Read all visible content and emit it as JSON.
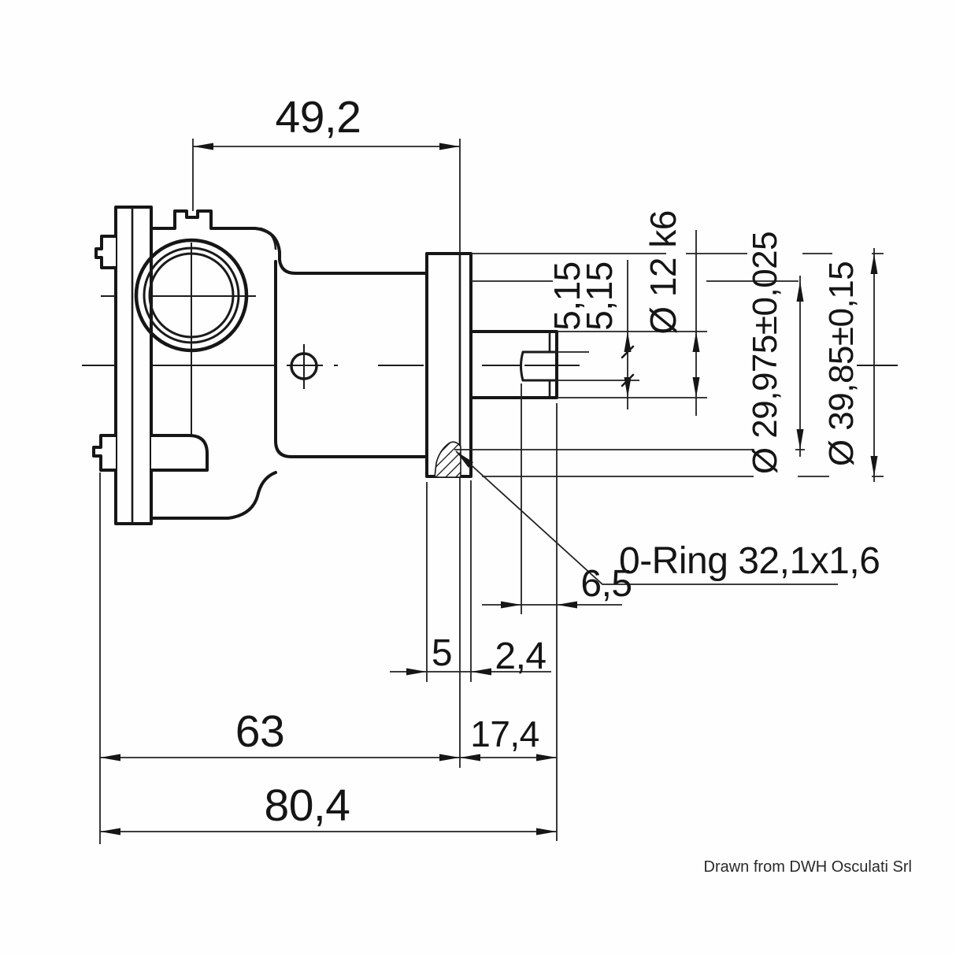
{
  "drawing": {
    "note": "Drawn from DWH Osculati Srl",
    "labels": {
      "oring": "0-Ring 32,1x1,6"
    },
    "dimensions": {
      "top_width": "49,2",
      "key_offset_a": "5,15",
      "key_offset_b": "5,15",
      "shaft_dia": "Ø 12 k6",
      "pilot_dia": "Ø 29,975±0,025",
      "flange_dia": "Ø 39,85±0,15",
      "keyway_len": "6,5",
      "neck_len": "5",
      "flange_thk": "2,4",
      "body_len": "63",
      "shaft_len": "17,4",
      "total_len": "80,4"
    },
    "colors": {
      "ink": "#161616",
      "paper": "#fefefe"
    }
  }
}
